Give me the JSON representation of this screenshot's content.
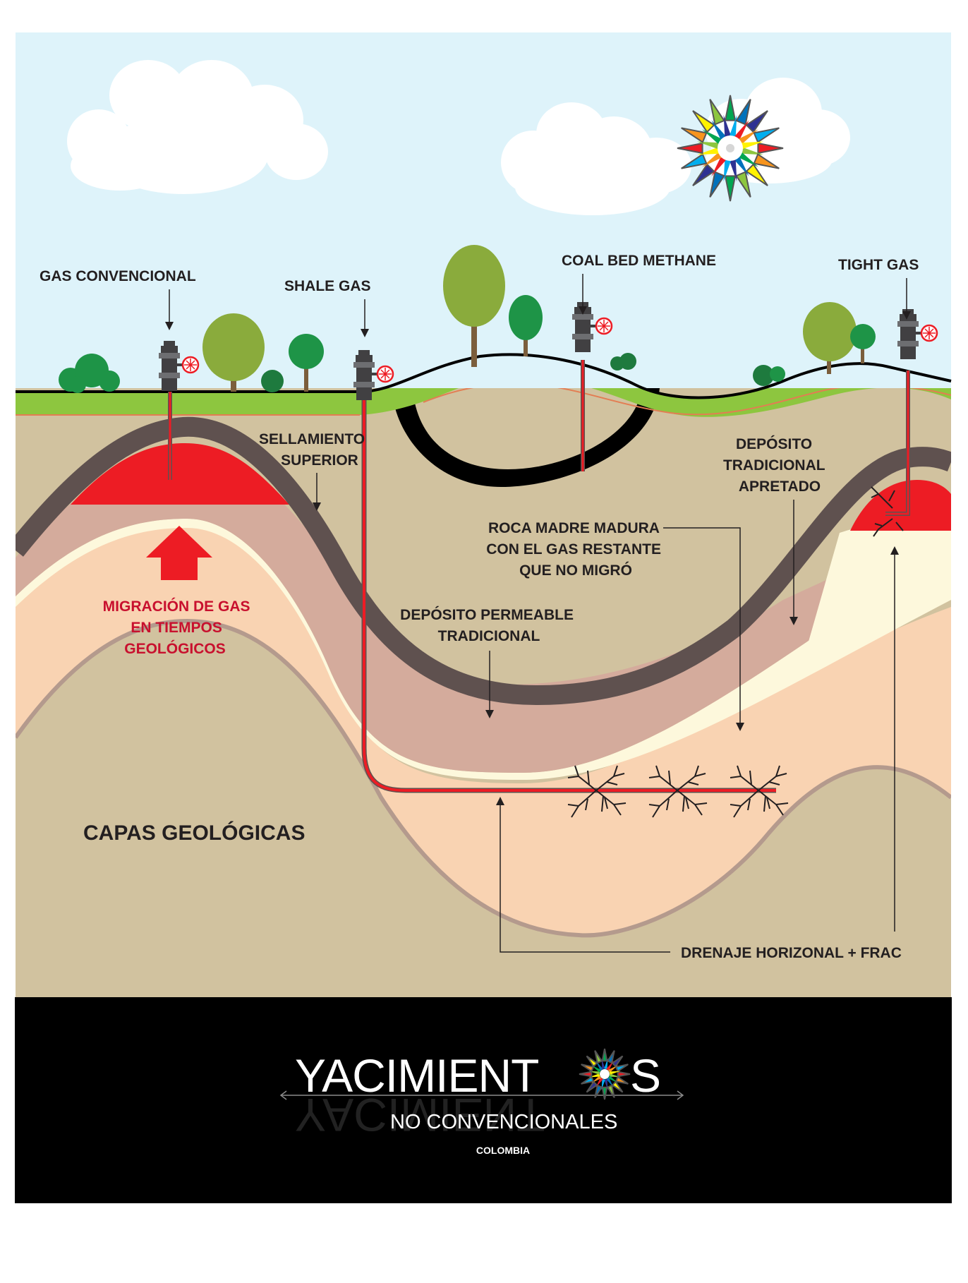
{
  "colors": {
    "sky": "#def3fa",
    "grass": "#8dc63f",
    "soil": "#d1c29f",
    "seal": "#5f514f",
    "gas": "#ed1c24",
    "mauve": "#d4ab9c",
    "peach": "#f9d3b2",
    "cream": "#fdf8dc",
    "footer": "#000000"
  },
  "wells": [
    {
      "name": "gas-convencional",
      "label": "GAS CONVENCIONAL"
    },
    {
      "name": "shale-gas",
      "label": "SHALE GAS"
    },
    {
      "name": "coal-bed-methane",
      "label": "COAL BED METHANE"
    },
    {
      "name": "tight-gas",
      "label": "TIGHT GAS"
    }
  ],
  "annotations": {
    "sellamiento": [
      "SELLAMIENTO",
      "SUPERIOR"
    ],
    "migracion": [
      "MIGRACIÓN DE GAS",
      "EN TIEMPOS",
      "GEOLÓGICOS"
    ],
    "deposito_permeable": [
      "DEPÓSITO PERMEABLE",
      "TRADICIONAL"
    ],
    "roca_madre": [
      "ROCA MADRE MADURA",
      "CON EL GAS RESTANTE",
      "QUE NO MIGRÓ"
    ],
    "deposito_apretado": [
      "DEPÓSITO",
      "TRADICIONAL",
      "APRETADO"
    ],
    "capas": "CAPAS GEOLÓGICAS",
    "drenaje": "DRENAJE HORIZONAL + FRAC"
  },
  "logo": {
    "title": "YACIMIENT",
    "title_end": "S",
    "subtitle": "NO CONVENCIONALES",
    "country": "COLOMBIA"
  }
}
